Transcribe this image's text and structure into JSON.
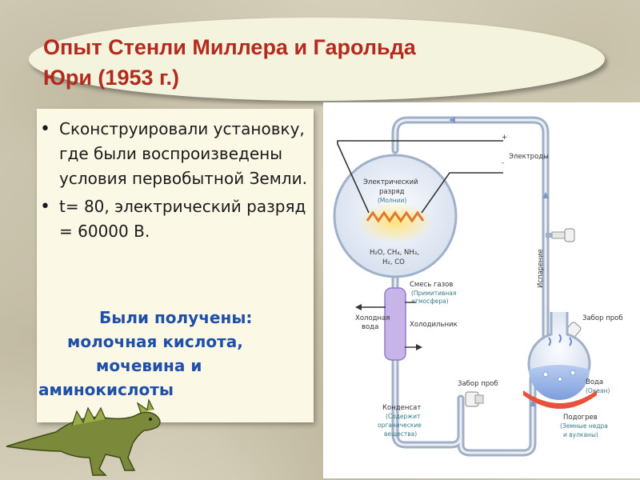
{
  "title": {
    "line1": "Опыт Стенли Миллера и Гарольда",
    "line2": "Юри (1953 г.)"
  },
  "bullets": [
    "Сконструировали установку, где были воспроизведены условия первобытной Земли.",
    "t= 80, электрический разряд = 60000 В."
  ],
  "result_lines": [
    "Были получены:",
    "молочная кислота,",
    "мочевина и",
    "аминокислоты"
  ],
  "diagram": {
    "electrodes": "Электроды",
    "plus": "+",
    "minus": "-",
    "discharge_1": "Электрический",
    "discharge_2": "разряд",
    "lightning": "(Молнии)",
    "gases_1": "H₂O, CH₄, NH₃,",
    "gases_2": "H₂, CO",
    "gas_mix": "Смесь газов",
    "gas_mix_sub_1": "(Примитивная",
    "gas_mix_sub_2": "атмосфера)",
    "cold_water_1": "Холодная",
    "cold_water_2": "вода",
    "condenser": "Холодильник",
    "evaporation": "Испарение",
    "sampling_right": "Забор проб",
    "sampling_bottom": "Забор проб",
    "water": "Вода",
    "ocean": "(Океан)",
    "condensate": "Конденсат",
    "condensate_sub_1": "(Содержит",
    "condensate_sub_2": "органические",
    "condensate_sub_3": "вещества)",
    "heating": "Подогрев",
    "heating_sub_1": "(Земные недра",
    "heating_sub_2": "и вулканы)"
  },
  "colors": {
    "title": "#b32b1e",
    "result": "#1f4fa8",
    "tube": "#9fb0c8",
    "heater": "#e8523a"
  }
}
